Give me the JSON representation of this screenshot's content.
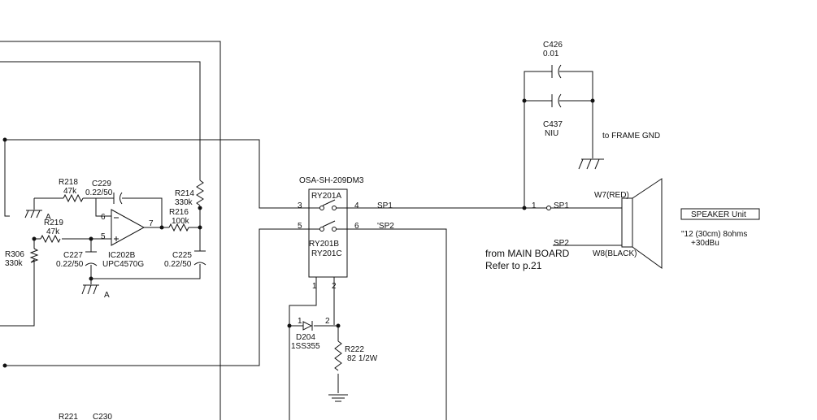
{
  "labels": {
    "c426_name": "C426",
    "c426_value": "0.01",
    "c437_name": "C437",
    "c437_value": "NIU",
    "frame_gnd": "to FRAME GND",
    "relay_part": "OSA-SH-209DM3",
    "ry201a": "RY201A",
    "ry201b": "RY201B",
    "ry201c": "RY201C",
    "pin3": "3",
    "pin4": "4",
    "pin5": "5",
    "pin6": "6",
    "pin1": "1",
    "pin2": "2",
    "sp1_relay": "SP1",
    "sp2_relay": "'SP2",
    "conn_pin1": "1",
    "sp1_conn": "SP1",
    "sp2_conn": "SP2",
    "w7": "W7(RED)",
    "w8": "W8(BLACK)",
    "speaker_unit": "SPEAKER Unit",
    "speaker_spec1": "\"12 (30cm) 8ohms",
    "speaker_spec2": "+30dBu",
    "from_main": "from MAIN BOARD",
    "refer_to": "Refer to p.21",
    "r218_name": "R218",
    "r218_value": "47k",
    "c229_name": "C229",
    "c229_value": "0.22/50",
    "r214_name": "R214",
    "r214_value": "330k",
    "r219_name": "R219",
    "r219_value": "47k",
    "gnd_a1": "A",
    "opamp_pin6": "6",
    "opamp_pin5": "5",
    "opamp_pin7": "7",
    "r216_name": "R216",
    "r216_value": "100k",
    "r306_name": "R306",
    "r306_value": "330k",
    "c227_name": "C227",
    "c227_value": "0.22/50",
    "ic202b_name": "IC202B",
    "ic202b_part": "UPC4570G",
    "c225_name": "C225",
    "c225_value": "0.22/50",
    "gnd_a2": "A",
    "d204_name": "D204",
    "d204_part": "1SS355",
    "d204_pin1": "1",
    "d204_pin2": "2",
    "r222_name": "R222",
    "r222_value": "82 1/2W",
    "r221_name": "R221",
    "c230_name": "C230"
  }
}
